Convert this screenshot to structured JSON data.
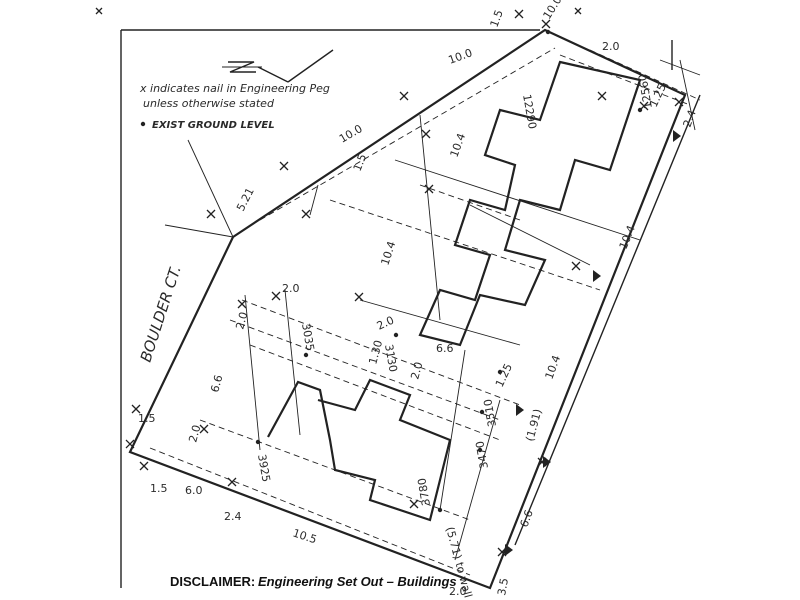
{
  "legend": {
    "line1": "x indicates nail in Engineering Peg",
    "line2": "unless otherwise stated",
    "line3": "EXIST GROUND LEVEL"
  },
  "street": {
    "name": "BOULDER CT."
  },
  "disclaimer": {
    "label": "DISCLAIMER:",
    "text": "Engineering Set Out – Buildings"
  },
  "dimensions": {
    "d_10_0_top": "10.0",
    "d_1_5_top": "1.5",
    "d_10_0_frontage": "10.0",
    "d_1_5_side": "1.5",
    "d_5_21": "5.21",
    "d_10_4_a": "10.4",
    "d_10_4_b": "10.4",
    "d_10_4_c": "10.4",
    "d_10_4_d": "10.4",
    "d_6_6_a": "6.6",
    "d_6_6_b": "6.6",
    "d_6_6_c": "6.6",
    "d_2_0_a": "2.0",
    "d_2_0_b": "2.0",
    "d_2_0_c": "2.0",
    "d_2_0_d": "2.0",
    "d_2_0_e": "2.0",
    "d_2_0_f": "2.0",
    "d_2_4_a": "2.4",
    "d_2_4_b": "2.4",
    "d_1_5_left": "1.5",
    "d_1_5_bottom": "1.5",
    "d_6_0": "6.0",
    "d_10_5": "10.5",
    "d_1_25": "1.25",
    "d_1_91": "(1.91)",
    "d_3_5": "3.5",
    "d_fence": "(5.71) to wall",
    "d_1_30": "1.30"
  },
  "levels": {
    "lvl_12290": "12290",
    "lvl_12560": "12560",
    "lvl_3035": "3035",
    "lvl_3130": "3130",
    "lvl_3925": "3925",
    "lvl_3780": "3780",
    "lvl_3470": "3470",
    "lvl_3510": "3510"
  }
}
